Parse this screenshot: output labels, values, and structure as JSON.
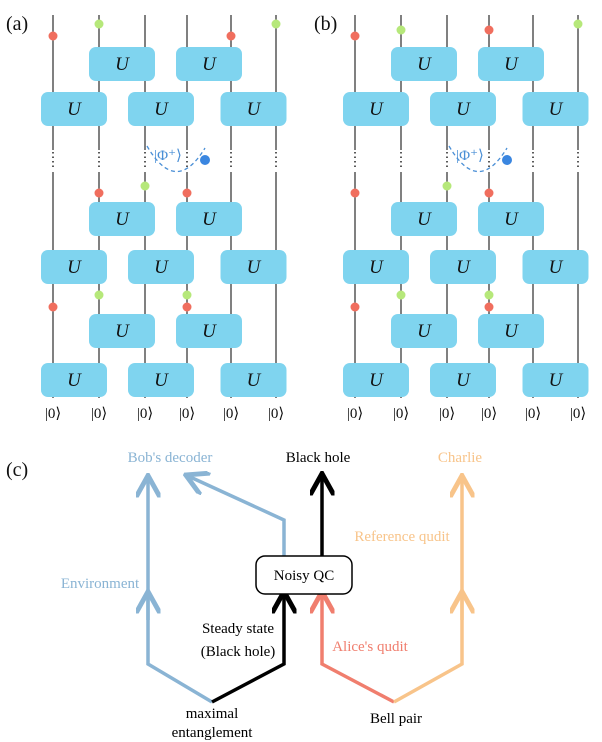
{
  "panels": {
    "a": "(a)",
    "b": "(b)",
    "c": "(c)"
  },
  "gate_label": "U",
  "bell_label": "|Φ⁺⟩",
  "ket_label": "|0⟩",
  "colors": {
    "gate": "#7fd4ef",
    "red_dot": "#f06e5e",
    "green_dot": "#b6e87a",
    "blue_dot": "#3a86e0",
    "bell_dash": "#4a8fd6",
    "env_blue": "#8ab4d4",
    "alice_red": "#f07e6e",
    "charlie_orange": "#f8c48a",
    "black": "#000000"
  },
  "diagram_c": {
    "bob": "Bob's decoder",
    "black_hole": "Black hole",
    "charlie": "Charlie",
    "reference": "Reference qudit",
    "environment": "Environment",
    "noisy_qc": "Noisy QC",
    "steady_state_1": "Steady state",
    "steady_state_2": "(Black hole)",
    "alice": "Alice's qudit",
    "maximal_1": "maximal",
    "maximal_2": "entanglement",
    "bell_pair": "Bell pair"
  }
}
